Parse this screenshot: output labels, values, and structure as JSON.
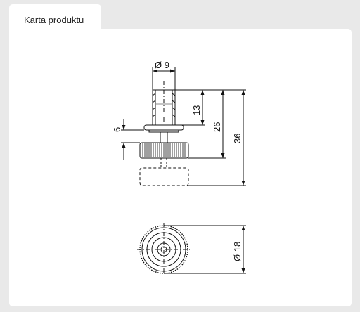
{
  "panel": {
    "tab_label": "Karta produktu"
  },
  "drawing": {
    "dimensions": {
      "shaft_diameter": "Ø 9",
      "shaft_length": "13",
      "height_to_base": "26",
      "overall_height": "36",
      "cap_height": "6",
      "cap_diameter": "Ø 18"
    }
  },
  "colors": {
    "background": "#e9e9e9",
    "card": "#ffffff",
    "line": "#111111"
  }
}
